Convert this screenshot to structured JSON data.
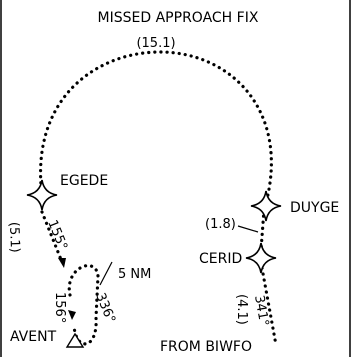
{
  "title": "MISSED APPROACH FIX",
  "fixes": {
    "egede": "EGEDE",
    "duyge": "DUYGE",
    "cerid": "CERID",
    "avent": "AVENT",
    "from": "FROM BIWFO"
  },
  "annotations": {
    "arc_distance": "(15.1)",
    "leg_egede_course": "155°",
    "leg_egede_distance": "(5.1)",
    "duyge_cerid_distance": "(1.8)",
    "holding_distance": "5 NM",
    "holding_inbound": "156°",
    "holding_outbound": "336°",
    "inbound_course": "341°",
    "inbound_distance": "(4.1)"
  }
}
